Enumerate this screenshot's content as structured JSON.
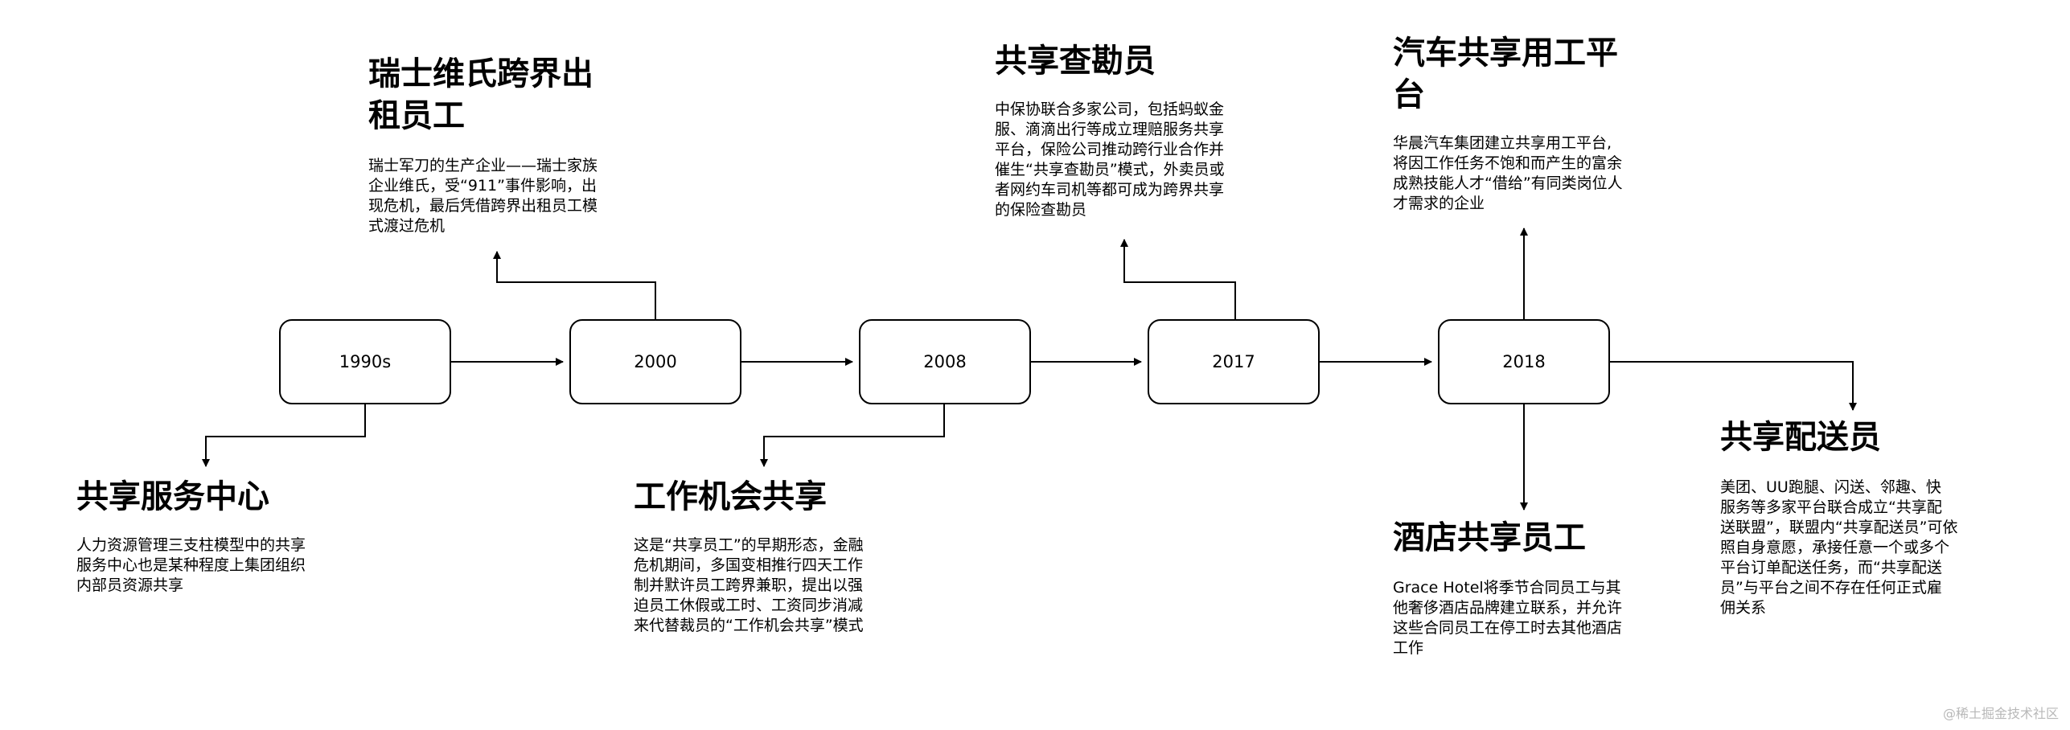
{
  "nodes": {
    "y1990s": "1990s",
    "y2000": "2000",
    "y2008": "2008",
    "y2017": "2017",
    "y2018": "2018"
  },
  "events": {
    "shared_service_center": {
      "title": "共享服务中心",
      "lines": [
        "人力资源管理三支柱模型中的共享",
        "服务中心也是某种程度上集团组织",
        "内部员资源共享"
      ]
    },
    "swiss_victorinox": {
      "title_lines": [
        "瑞士维氏跨界出",
        "租员工"
      ],
      "lines": [
        "瑞士军刀的生产企业——瑞士家族",
        "企业维氏，受“911”事件影响，出",
        "现危机，最后凭借跨界出租员工模",
        "式渡过危机"
      ]
    },
    "job_opportunity_sharing": {
      "title": "工作机会共享",
      "lines": [
        "这是“共享员工”的早期形态，金融",
        "危机期间，多国变相推行四天工作",
        "制并默许员工跨界兼职，提出以强",
        "迫员工休假或工时、工资同步消减",
        "来代替裁员的“工作机会共享”模式"
      ]
    },
    "shared_surveyor": {
      "title": "共享查勘员",
      "lines": [
        "中保协联合多家公司，包括蚂蚁金",
        "服、滴滴出行等成立理赔服务共享",
        "平台，保险公司推动跨行业合作并",
        "催生“共享查勘员”模式，外卖员或",
        "者网约车司机等都可成为跨界共享",
        "的保险查勘员"
      ]
    },
    "auto_shared_platform": {
      "title_lines": [
        "汽车共享用工平",
        "台"
      ],
      "lines": [
        "华晨汽车集团建立共享用工平台,",
        "将因工作任务不饱和而产生的富余",
        "成熟技能人才“借给”有同类岗位人",
        "才需求的企业"
      ]
    },
    "hotel_shared_staff": {
      "title": "酒店共享员工",
      "lines": [
        "Grace Hotel将季节合同员工与其",
        "他奢侈酒店品牌建立联系，并允许",
        "这些合同员工在停工时去其他酒店",
        "工作"
      ]
    },
    "shared_courier": {
      "title": "共享配送员",
      "lines": [
        "美团、UU跑腿、闪送、邻趣、快",
        "服务等多家平台联合成立“共享配",
        "送联盟”，联盟内“共享配送员”可依",
        "照自身意愿，承接任意一个或多个",
        "平台订单配送任务，而“共享配送",
        "员”与平台之间不存在任何正式雇",
        "佣关系"
      ]
    }
  },
  "watermark": "@稀土掘金技术社区"
}
